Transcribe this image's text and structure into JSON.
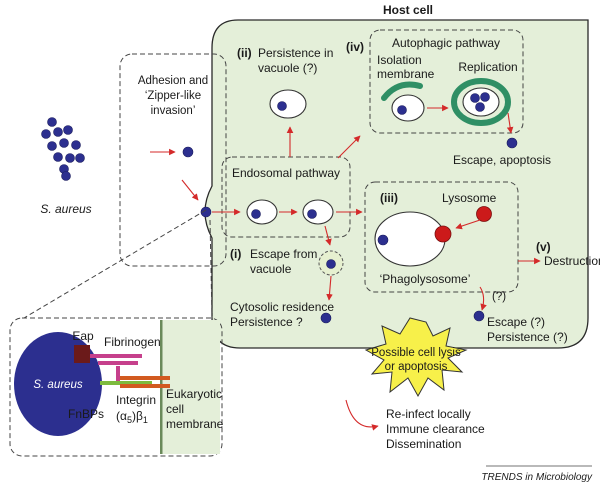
{
  "labels": {
    "host_cell": "Host cell",
    "persistence_vacuole_num": "(ii)",
    "persistence_vacuole_l1": "Persistence in",
    "persistence_vacuole_l2": "vacuole (?)",
    "autophagic_num": "(iv)",
    "autophagic_title": "Autophagic pathway",
    "isolation_l1": "Isolation",
    "isolation_l2": "membrane",
    "replication": "Replication",
    "adhesion_l1": "Adhesion and",
    "adhesion_l2": "‘Zipper-like",
    "adhesion_l3": "invasion’",
    "s_aureus": "S. aureus",
    "escape_apoptosis": "Escape, apoptosis",
    "endosomal": "Endosomal pathway",
    "lysosome_num": "(iii)",
    "lysosome": "Lysosome",
    "phagolysosome": "‘Phagolysosome’",
    "escape_num": "(i)",
    "escape_l1": "Escape from",
    "escape_l2": "vacuole",
    "destruction_num": "(v)",
    "destruction": "Destruction",
    "cytosolic_l1": "Cytosolic residence",
    "cytosolic_l2": "Persistence ?",
    "question_mark": "(?)",
    "escape_q": "Escape (?)",
    "persistence_q": "Persistence (?)",
    "lysis_l1": "Possible cell lysis",
    "lysis_l2": "or apoptosis",
    "reinfect": "Re-infect locally",
    "immune": "Immune clearance",
    "dissemination": "Dissemination",
    "eap": "Eap",
    "fibrinogen": "Fibrinogen",
    "inset_s_aureus": "S. aureus",
    "fnbps": "FnBPs",
    "integrin": "Integrin",
    "integrin_formula_a": "(α",
    "integrin_formula_sub5": "5",
    "integrin_formula_b": ")β",
    "integrin_formula_sub1": "1",
    "eukaryotic_l1": "Eukaryotic",
    "eukaryotic_l2": "cell",
    "eukaryotic_l3": "membrane",
    "credit": "TRENDS in Microbiology"
  },
  "colors": {
    "host_cell_fill": "#e4efd9",
    "host_cell_stroke": "#2a2a2a",
    "bacterium": "#2c2f8f",
    "arrow": "#d42a2a",
    "lysosome": "#cc1a1a",
    "autophagic_membrane": "#2f8f65",
    "starburst": "#f7f04a",
    "eap": "#6b1a1a",
    "fibrinogen": "#c6408c",
    "fnbps": "#7dbb3e",
    "integrin": "#d25a20"
  }
}
